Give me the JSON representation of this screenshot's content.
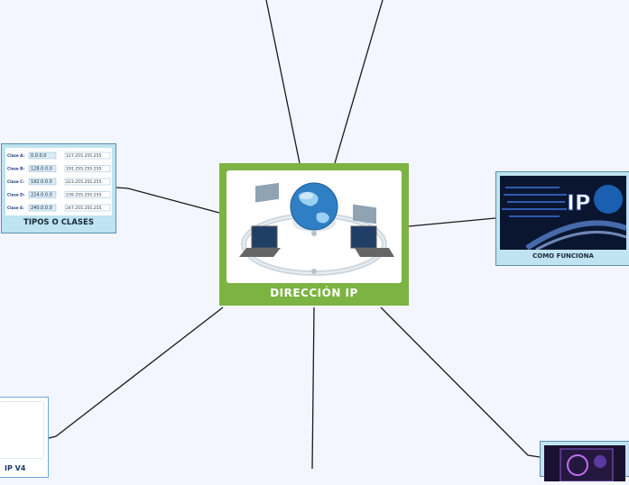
{
  "center": {
    "title": "DIRECCIÓN IP",
    "icon": "network-globe-laptops"
  },
  "nodes": {
    "tipos": {
      "label": "TIPOS O CLASES"
    },
    "como": {
      "label": "COMO FUNCIONA",
      "logo_text": "IP"
    },
    "ipv4": {
      "label": "IP V4"
    }
  },
  "classes_table": [
    {
      "name": "Clase A:",
      "from": "0.0.0.0",
      "to": "127.255.255.255"
    },
    {
      "name": "Clase B:",
      "from": "128.0.0.0",
      "to": "191.255.255.255"
    },
    {
      "name": "Clase C:",
      "from": "192.0.0.0",
      "to": "223.255.255.255"
    },
    {
      "name": "Clase D:",
      "from": "224.0.0.0",
      "to": "239.255.255.255"
    },
    {
      "name": "Clase E:",
      "from": "240.0.0.0",
      "to": "247.255.255.255"
    }
  ],
  "colors": {
    "background": "#f3f6ff",
    "center_fill": "#7cb342",
    "node_fill": "#bfe3f0",
    "node_border": "#5b8fa8",
    "link": "#1a1a1a"
  }
}
